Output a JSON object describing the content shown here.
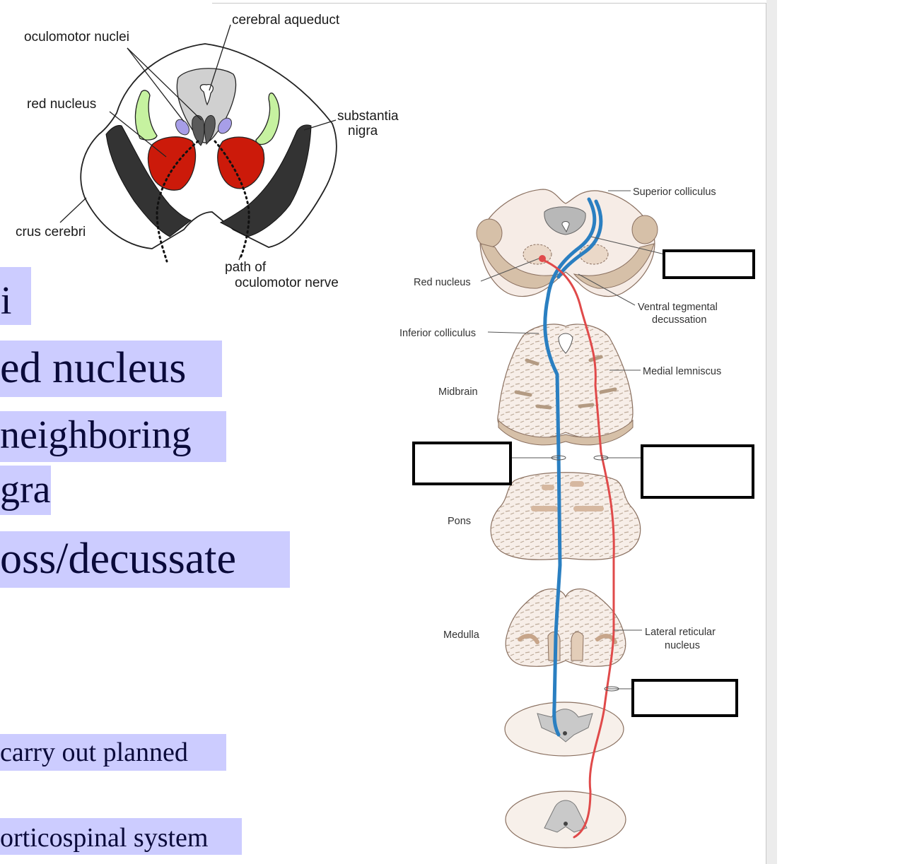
{
  "slide_text": {
    "line1": "ei",
    "line2": "ed nucleus",
    "line3": "neighboring",
    "line4": "gra",
    "line5": "oss/decussate",
    "line6": "carry out planned",
    "line7": "orticospinal system"
  },
  "midbrain_diagram": {
    "labels": {
      "cerebral_aqueduct": "cerebral aqueduct",
      "oculomotor_nuclei": "oculomotor nuclei",
      "red_nucleus": "red nucleus",
      "substantia_nigra_1": "substantia",
      "substantia_nigra_2": "nigra",
      "crus_cerebri": "crus cerebri",
      "path_1": "path of",
      "path_2": "oculomotor nerve"
    },
    "colors": {
      "red_nucleus": "#cc1a0a",
      "substantia_nigra": "#333333",
      "aqueduct_gray": "#d0d0d0",
      "oculomotor_nuclei": "#a79ee8",
      "green_structure": "#c6f2a0"
    }
  },
  "pathway_diagram": {
    "labels": {
      "superior_colliculus": "Superior colliculus",
      "red_nucleus": "Red nucleus",
      "ventral_tegmental_1": "Ventral tegmental",
      "ventral_tegmental_2": "decussation",
      "inferior_colliculus": "Inferior colliculus",
      "medial_lemniscus": "Medial lemniscus",
      "midbrain": "Midbrain",
      "pons": "Pons",
      "medulla": "Medulla",
      "lateral_reticular_1": "Lateral reticular",
      "lateral_reticular_2": "nucleus"
    },
    "colors": {
      "tract_blue": "#2a7fc1",
      "tract_red": "#e04a4a",
      "tissue": "#f6ece6",
      "tissue_dark": "#d6c0a8"
    }
  }
}
